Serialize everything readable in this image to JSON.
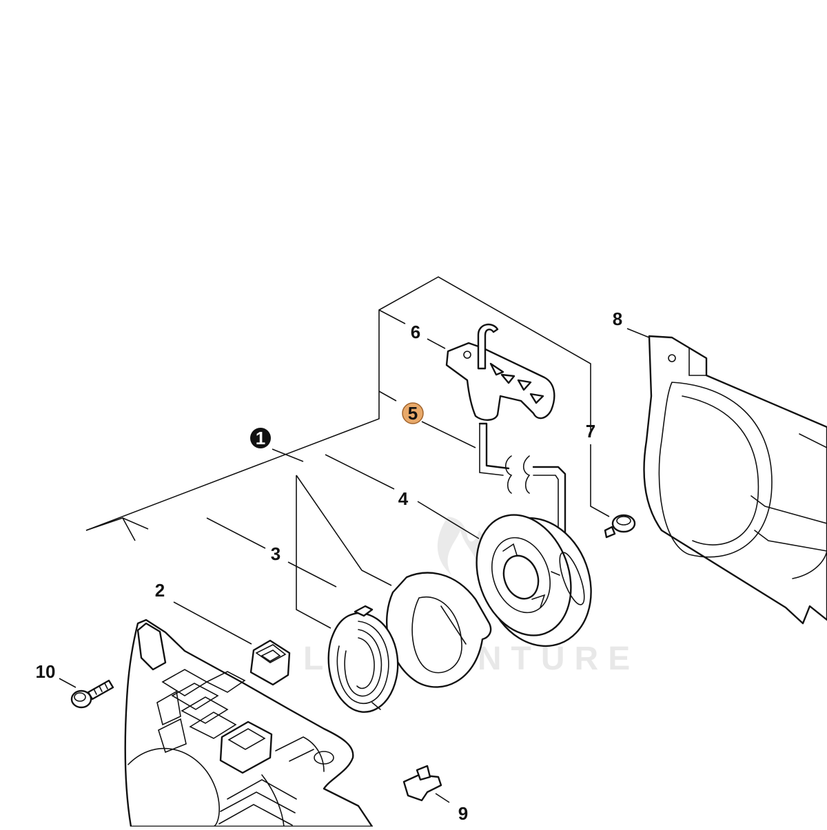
{
  "diagram": {
    "labels": [
      {
        "id": "1",
        "text": "1",
        "style": "filled-black"
      },
      {
        "id": "2",
        "text": "2",
        "style": "plain"
      },
      {
        "id": "3",
        "text": "3",
        "style": "plain"
      },
      {
        "id": "4",
        "text": "4",
        "style": "plain"
      },
      {
        "id": "5",
        "text": "5",
        "style": "highlighted",
        "highlight_color": "#e8a96a"
      },
      {
        "id": "6",
        "text": "6",
        "style": "plain"
      },
      {
        "id": "7",
        "text": "7",
        "style": "plain"
      },
      {
        "id": "8",
        "text": "8",
        "style": "plain"
      },
      {
        "id": "9",
        "text": "9",
        "style": "plain"
      },
      {
        "id": "10",
        "text": "10",
        "style": "plain"
      }
    ],
    "watermark": "LA AVENTURE",
    "colors": {
      "line": "#111111",
      "background": "#ffffff",
      "highlight": "#e8a96a",
      "watermark": "#e6e6e6"
    }
  }
}
